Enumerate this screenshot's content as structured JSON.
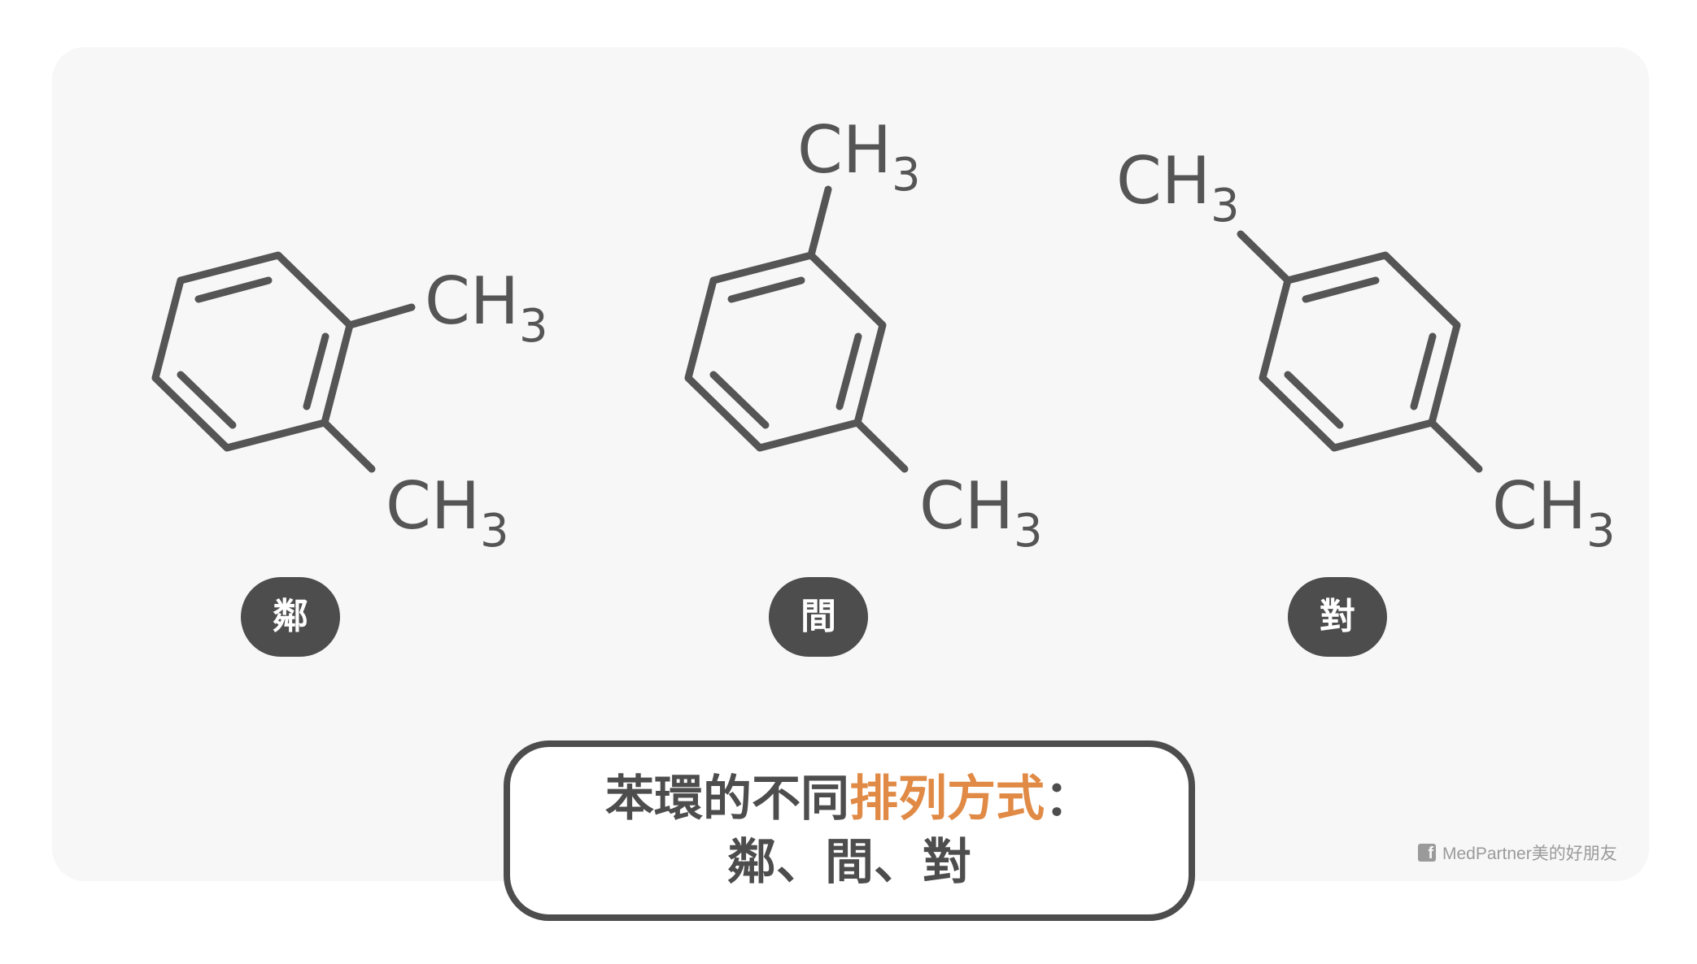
{
  "molecules": [
    {
      "label": "鄰",
      "groups": [
        {
          "main": "CH",
          "sub": "3"
        },
        {
          "main": "CH",
          "sub": "3"
        }
      ]
    },
    {
      "label": "間",
      "groups": [
        {
          "main": "CH",
          "sub": "3"
        },
        {
          "main": "CH",
          "sub": "3"
        }
      ]
    },
    {
      "label": "對",
      "groups": [
        {
          "main": "CH",
          "sub": "3"
        },
        {
          "main": "CH",
          "sub": "3"
        }
      ]
    }
  ],
  "caption": {
    "prefix": "苯環的不同",
    "highlight": "排列方式",
    "suffix": "：",
    "line2": "鄰、間、對"
  },
  "credit": {
    "icon": "facebook-icon",
    "text": "MedPartner美的好朋友"
  },
  "colors": {
    "panel": "#f7f7f7",
    "ink": "#555555",
    "badge": "#4d4d4d",
    "accent": "#e08a45"
  }
}
